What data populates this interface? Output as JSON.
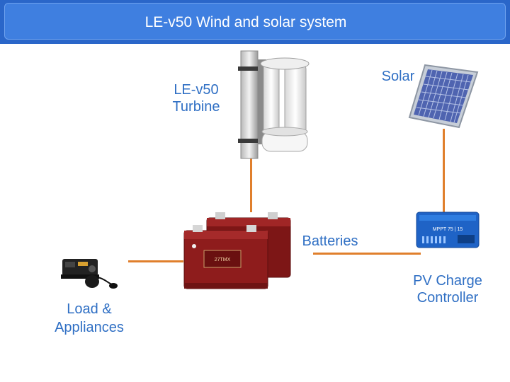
{
  "header": {
    "title": "LE-v50 Wind and solar system"
  },
  "labels": {
    "turbine": [
      "LE-v50",
      "Turbine"
    ],
    "solar": "Solar",
    "batteries": "Batteries",
    "controller": [
      "PV Charge",
      "Controller"
    ],
    "load": [
      "Load &",
      "Appliances"
    ]
  },
  "devices": {
    "battery_model": "27TMX",
    "controller_model": "MPPT 75 | 15"
  },
  "colors": {
    "header": "#2a66c9",
    "label": "#2f6fc4",
    "wire": "#e07f2c",
    "battery": "#8e1c1c"
  }
}
